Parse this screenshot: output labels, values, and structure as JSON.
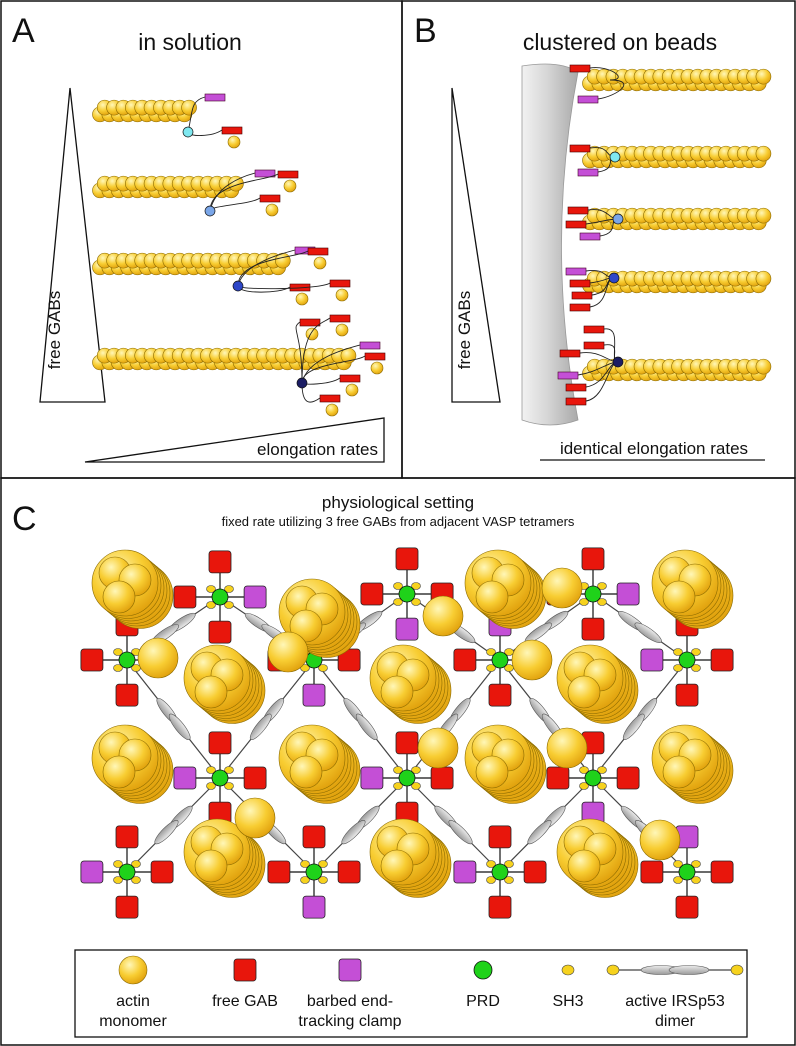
{
  "panels": {
    "a": {
      "letter": "A",
      "title": "in solution",
      "vertical_label": "free GABs",
      "horizontal_label": "elongation rates"
    },
    "b": {
      "letter": "B",
      "title": "clustered on beads",
      "vertical_label": "free GABs",
      "horizontal_label": "identical elongation rates"
    },
    "c": {
      "letter": "C",
      "title": "physiological setting",
      "subtitle": "fixed rate utilizing 3 free GABs from adjacent VASP tetramers"
    }
  },
  "legend": [
    {
      "key": "actin",
      "line1": "actin",
      "line2": "monomer"
    },
    {
      "key": "gab",
      "line1": "free GAB",
      "line2": ""
    },
    {
      "key": "clamp",
      "line1": "barbed end-",
      "line2": "tracking clamp"
    },
    {
      "key": "prd",
      "line1": "PRD",
      "line2": ""
    },
    {
      "key": "sh3",
      "line1": "SH3",
      "line2": ""
    },
    {
      "key": "irsp53",
      "line1": "active IRSp53",
      "line2": "dimer"
    }
  ],
  "colors": {
    "actin": "#f7c21b",
    "actin_light": "#fff2a8",
    "free_gab": "#e8160c",
    "clamp": "#c44fd6",
    "prd": "#1fd21a",
    "sh3": "#f6d21e",
    "irsp53": "#b8b8b8",
    "bead": "#d0d0d0",
    "tier_colors": [
      "#7fe8f0",
      "#7aa6e8",
      "#2d46c8",
      "#1b1d64"
    ]
  }
}
